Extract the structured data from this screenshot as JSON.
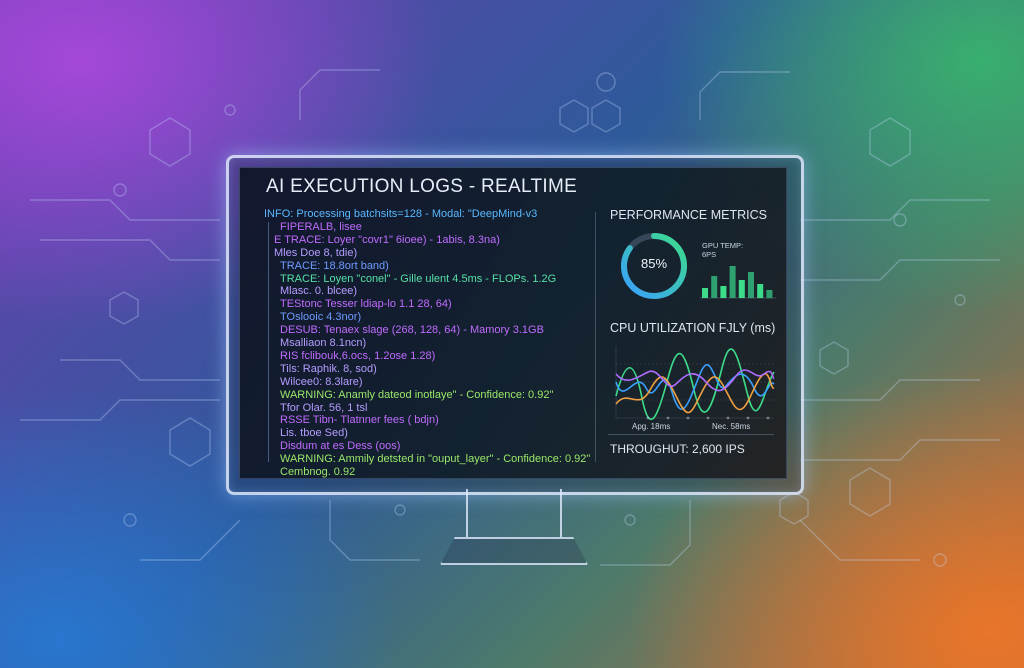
{
  "window": {
    "title": "AI EXECUTION LOGS - REALTIME"
  },
  "log_lines": [
    {
      "text": "INFO: Processing batchsits=128 - Modal: \"DeepMind-v3",
      "color": "#5ab8ff"
    },
    {
      "text": "FIPERALB, lisee",
      "color": "#c06bff"
    },
    {
      "text": "E TRACE: Loyer \"covr1\" 6ioee) - 1abis, 8.3na)",
      "color": "#c06bff"
    },
    {
      "text": "Mles Doe 8, tdie)",
      "color": "#b59cff"
    },
    {
      "text": "TRACE: 18.8ort band)",
      "color": "#6f9bff"
    },
    {
      "text": "TRACE: Loyen \"conel\" - Gille ulent 4.5ms - FLOPs. 1.2G",
      "color": "#56e0a6"
    },
    {
      "text": "Mlasc. 0. blcee)",
      "color": "#b59cff"
    },
    {
      "text": "TEStonc Tesser ldiap-lo 1.1 28, 64)",
      "color": "#c06bff"
    },
    {
      "text": "TOslooic 4.3nor)",
      "color": "#6f9bff"
    },
    {
      "text": "DESUB: Tenaex slage (268, 128, 64) - Mamory 3.1GB",
      "color": "#c06bff"
    },
    {
      "text": "Msalliaon 8.1ncn)",
      "color": "#b59cff"
    },
    {
      "text": "RIS fclibouk,6.ocs, 1.2ose 1.28)",
      "color": "#c06bff"
    },
    {
      "text": "Tils: Raphik. 8, sod)",
      "color": "#b59cff"
    },
    {
      "text": "Wilcee0: 8.3lare)",
      "color": "#b59cff"
    },
    {
      "text": "WARNING: Anamly dateod inotlaye\" - Confidence: 0.92\"",
      "color": "#9be86a"
    },
    {
      "text": "Tfor Olar. 56, 1 tsl",
      "color": "#b59cff"
    },
    {
      "text": "RSSE Tibn- Tlatnner fees ( bdjn)",
      "color": "#c06bff"
    },
    {
      "text": "Lis. tboe Sed)",
      "color": "#b59cff"
    },
    {
      "text": "Disdum at es Dess (oos)",
      "color": "#c06bff"
    },
    {
      "text": "WARNING: Ammily detsted in \"ouput_layer\" - Confidence: 0.92\"",
      "color": "#9be86a"
    },
    {
      "text": "Cembnog. 0.92",
      "color": "#9be86a"
    }
  ],
  "performance": {
    "title": "PERFORMANCE METRICS",
    "gauge_value": "85%",
    "gauge_fraction": 0.85,
    "gpu_label_line1": "GPU TEMP:",
    "gpu_label_line2": "6PS",
    "gpu_bars": [
      0.25,
      0.55,
      0.3,
      0.8,
      0.45,
      0.65,
      0.35,
      0.2
    ],
    "cpu_title": "CPU UTILIZATION FJLY (ms)",
    "cpu_xlabels": [
      "Apg. 18ms",
      "Nec. 58ms"
    ],
    "throughput": "THROUGHUT: 2,600 IPS"
  },
  "colors": {
    "accent_green": "#3ddc8a",
    "accent_blue": "#3aa0ff",
    "accent_purple": "#b06cff",
    "accent_orange": "#f0a040"
  }
}
